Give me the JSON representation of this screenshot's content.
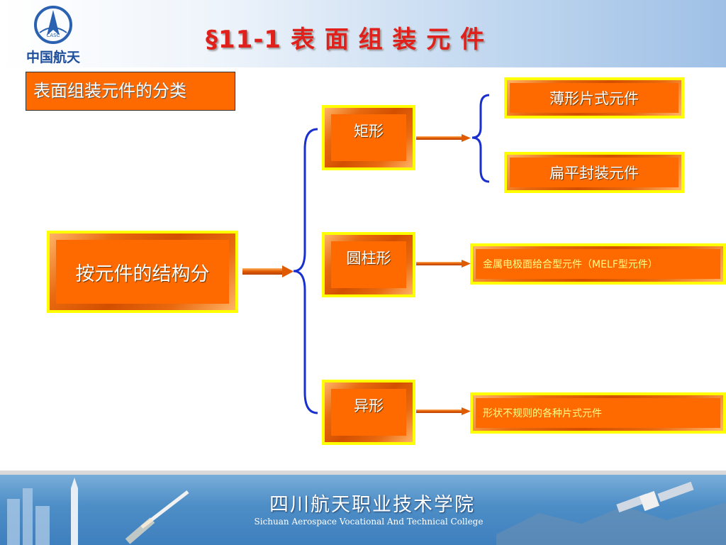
{
  "header": {
    "logo_badge": "CASC",
    "logo_name": "中国航天",
    "title": "§11-1  表 面 组 装 元 件"
  },
  "subtitle": "表面组装元件的分类",
  "diagram": {
    "root": "按元件的结构分",
    "categories": [
      {
        "label": "矩形",
        "children": [
          "薄形片式元件",
          "扁平封装元件"
        ]
      },
      {
        "label": "圆柱形",
        "children": [
          "金属电极面给合型元件（MELF型元件）"
        ]
      },
      {
        "label": "异形",
        "children": [
          "形状不规则的各种片式元件"
        ]
      }
    ]
  },
  "footer": {
    "title": "四川航天职业技术学院",
    "subtitle": "Sichuan Aerospace Vocational And Technical College"
  },
  "colors": {
    "box_fill": "#ff6a00",
    "box_border": "#ffff00",
    "title_red": "#e0201b",
    "bracket_blue": "#1a2fd0"
  }
}
